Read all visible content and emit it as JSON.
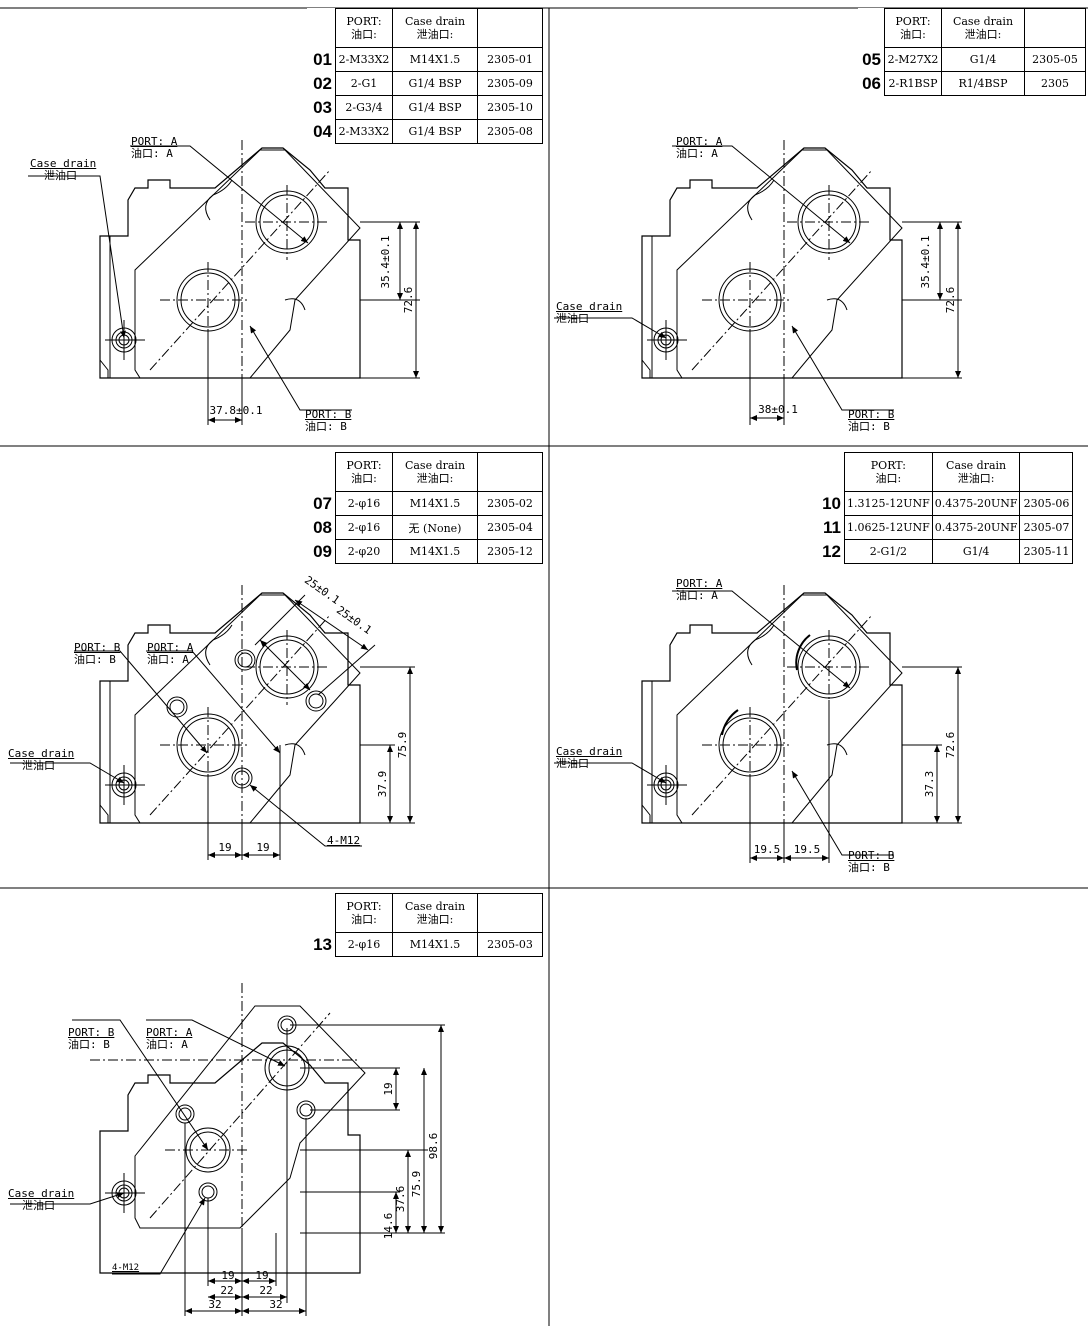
{
  "tables": [
    {
      "id": "t1",
      "headers": {
        "port": "PORT:",
        "port_cn": "油口:",
        "drain": "Case drain",
        "drain_cn": "泄油口:"
      },
      "rows": [
        {
          "no": "01",
          "port": "2-M33X2",
          "drain": "M14X1.5",
          "code": "2305-01"
        },
        {
          "no": "02",
          "port": "2-G1",
          "drain": "G1/4 BSP",
          "code": "2305-09"
        },
        {
          "no": "03",
          "port": "2-G3/4",
          "drain": "G1/4 BSP",
          "code": "2305-10"
        },
        {
          "no": "04",
          "port": "2-M33X2",
          "drain": "G1/4 BSP",
          "code": "2305-08"
        }
      ]
    },
    {
      "id": "t2",
      "headers": {
        "port": "PORT:",
        "port_cn": "油口:",
        "drain": "Case drain",
        "drain_cn": "泄油口:"
      },
      "rows": [
        {
          "no": "05",
          "port": "2-M27X2",
          "drain": "G1/4",
          "code": "2305-05"
        },
        {
          "no": "06",
          "port": "2-R1BSP",
          "drain": "R1/4BSP",
          "code": "2305"
        }
      ]
    },
    {
      "id": "t3",
      "headers": {
        "port": "PORT:",
        "port_cn": "油口:",
        "drain": "Case drain",
        "drain_cn": "泄油口:"
      },
      "rows": [
        {
          "no": "07",
          "port": "2-φ16",
          "drain": "M14X1.5",
          "code": "2305-02"
        },
        {
          "no": "08",
          "port": "2-φ16",
          "drain": "无 (None)",
          "code": "2305-04"
        },
        {
          "no": "09",
          "port": "2-φ20",
          "drain": "M14X1.5",
          "code": "2305-12"
        }
      ]
    },
    {
      "id": "t4",
      "headers": {
        "port": "PORT:",
        "port_cn": "油口:",
        "drain": "Case drain",
        "drain_cn": "泄油口:"
      },
      "rows": [
        {
          "no": "10",
          "port": "1.3125-12UNF",
          "drain": "0.4375-20UNF",
          "code": "2305-06"
        },
        {
          "no": "11",
          "port": "1.0625-12UNF",
          "drain": "0.4375-20UNF",
          "code": "2305-07"
        },
        {
          "no": "12",
          "port": "2-G1/2",
          "drain": "G1/4",
          "code": "2305-11"
        }
      ]
    },
    {
      "id": "t5",
      "headers": {
        "port": "PORT:",
        "port_cn": "油口:",
        "drain": "Case drain",
        "drain_cn": "泄油口:"
      },
      "rows": [
        {
          "no": "13",
          "port": "2-φ16",
          "drain": "M14X1.5",
          "code": "2305-03"
        }
      ]
    }
  ],
  "labels": {
    "port_a": "PORT: A",
    "port_a_cn": "油口: A",
    "port_b": "PORT: B",
    "port_b_cn": "油口: B",
    "case_drain": "Case drain",
    "case_drain_cn": "泄油口",
    "m12": "4-M12"
  },
  "dims": {
    "d1_offset": "35.4±0.1",
    "d1_height": "72.6",
    "d1_width": "37.8±0.1",
    "d2_offset": "35.4±0.1",
    "d2_height": "72.6",
    "d2_width": "38±0.1",
    "d3_height": "75.9",
    "d3_half": "37.9",
    "d3_w1": "19",
    "d3_w2": "19",
    "d3_diag1": "25±0.1",
    "d3_diag2": "25±0.1",
    "d4_height": "72.6",
    "d4_half": "37.3",
    "d4_w1": "19.5",
    "d4_w2": "19.5",
    "d5_top": "19",
    "d5_h1": "98.6",
    "d5_h2": "75.9",
    "d5_h3": "37.6",
    "d5_h4": "14.6",
    "d5_w19a": "19",
    "d5_w19b": "19",
    "d5_w22a": "22",
    "d5_w22b": "22",
    "d5_w32a": "32",
    "d5_w32b": "32"
  }
}
